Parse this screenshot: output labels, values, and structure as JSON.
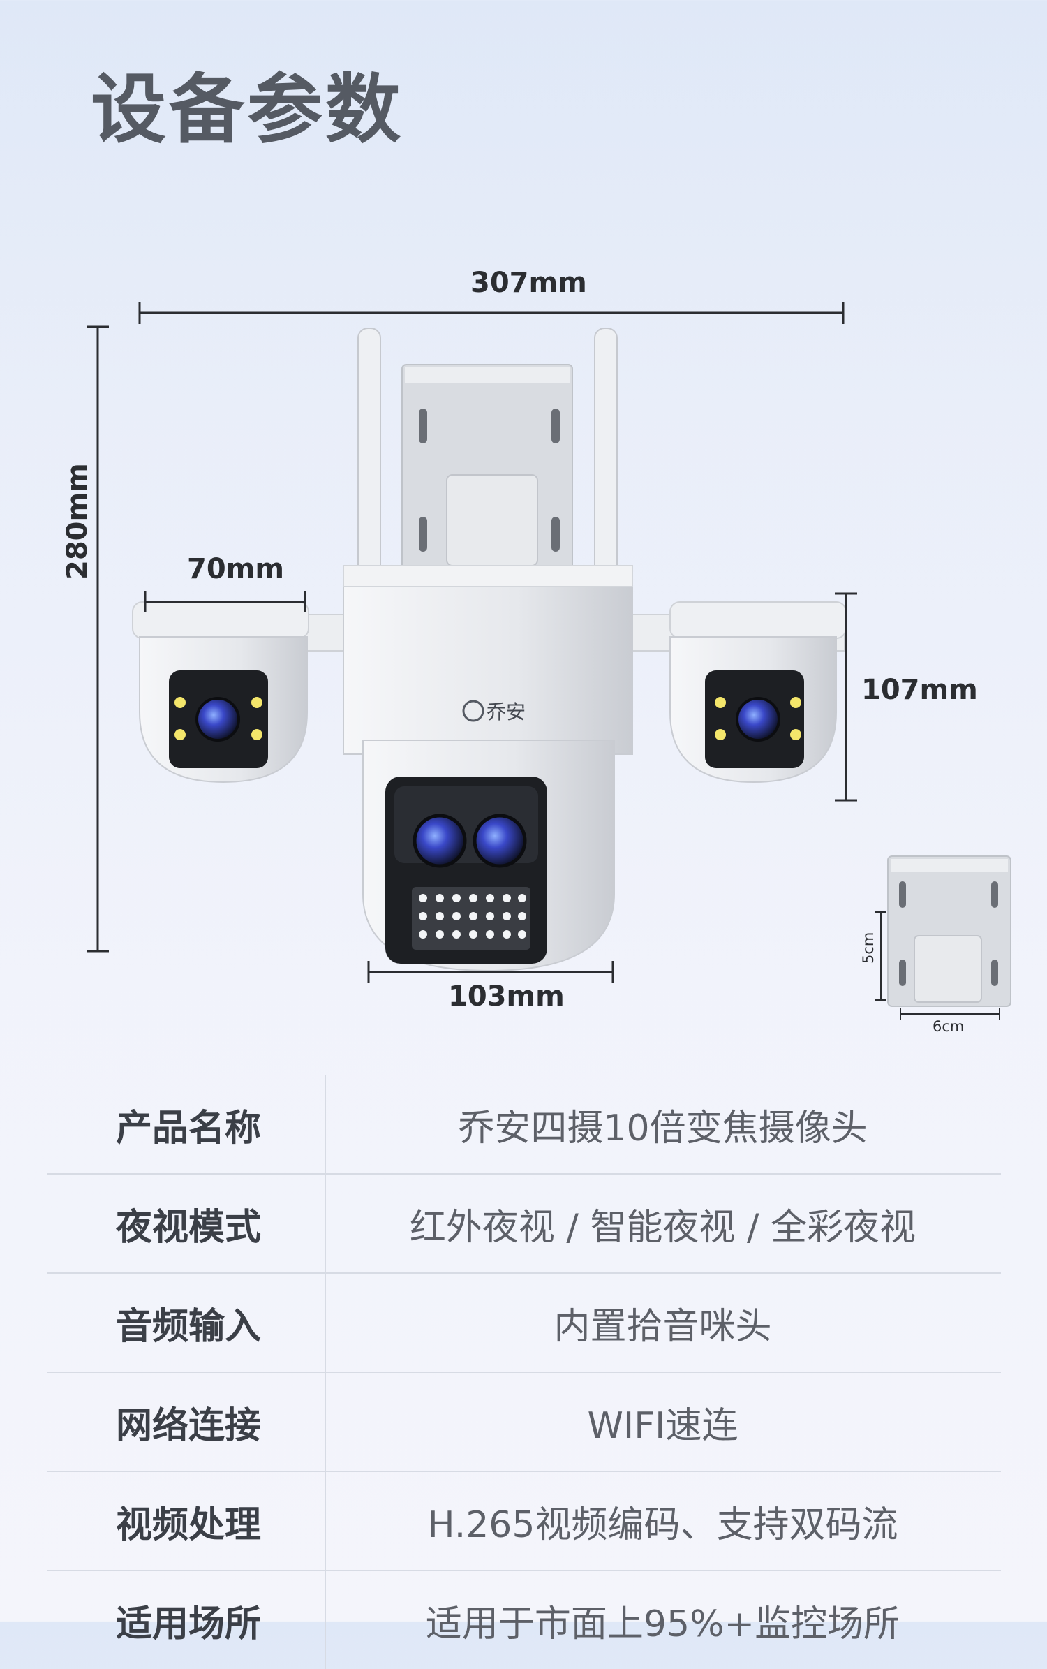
{
  "page": {
    "title": "设备参数"
  },
  "dimensions": {
    "width_total": "307mm",
    "height_total": "280mm",
    "side_camera_width": "70mm",
    "side_camera_height": "107mm",
    "front_camera_width": "103mm"
  },
  "bracket": {
    "height": "5cm",
    "width": "6cm"
  },
  "brand": {
    "logo_text": "乔安"
  },
  "specs": [
    {
      "label": "产品名称",
      "value": "乔安四摄10倍变焦摄像头"
    },
    {
      "label": "夜视模式",
      "value": "红外夜视 / 智能夜视 / 全彩夜视"
    },
    {
      "label": "音频输入",
      "value": "内置拾音咪头"
    },
    {
      "label": "网络连接",
      "value": "WIFI速连"
    },
    {
      "label": "视频处理",
      "value": "H.265视频编码、支持双码流"
    },
    {
      "label": "适用场所",
      "value": "适用于市面上95%+监控场所"
    }
  ],
  "colors": {
    "title": "#555a63",
    "label": "#3b3f47",
    "value": "#5d6068",
    "lens": "#3a48c8"
  }
}
